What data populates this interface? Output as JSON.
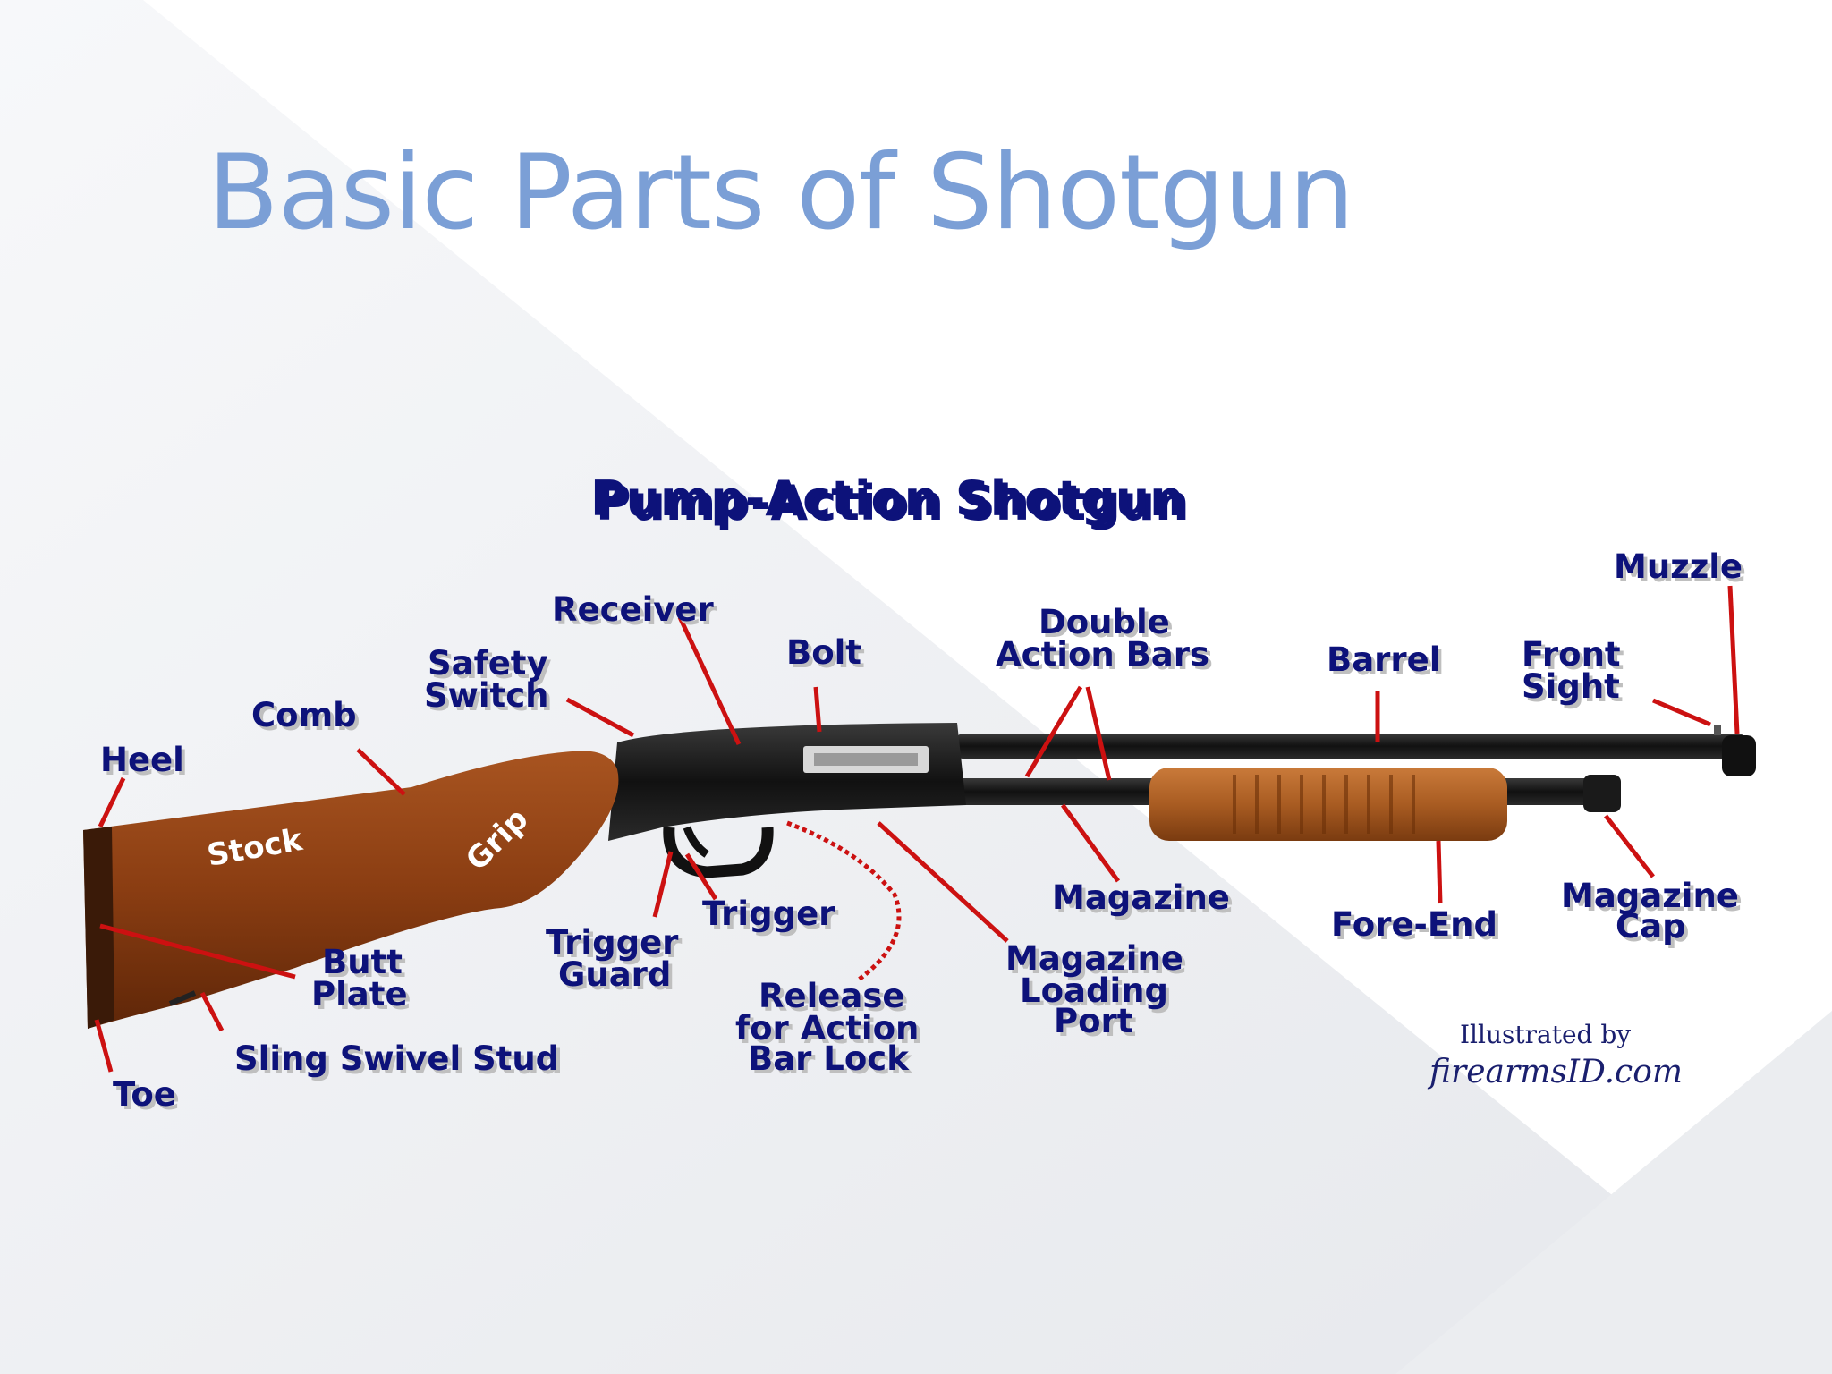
{
  "slide": {
    "title": "Basic Parts of Shotgun"
  },
  "diagram": {
    "heading": "Pump-Action  Shotgun",
    "stock_label": "Stock",
    "grip_label": "Grip",
    "labels": {
      "muzzle": "Muzzle",
      "receiver": "Receiver",
      "double_action_bars": [
        "Double",
        "Action Bars"
      ],
      "bolt": "Bolt",
      "barrel": "Barrel",
      "front_sight": [
        "Front",
        "Sight"
      ],
      "safety_switch": [
        "Safety",
        "Switch"
      ],
      "comb": "Comb",
      "heel": "Heel",
      "magazine": "Magazine",
      "magazine_cap": [
        "Magazine",
        "Cap"
      ],
      "fore_end": "Fore-End",
      "trigger": "Trigger",
      "trigger_guard": [
        "Trigger",
        "Guard"
      ],
      "butt_plate": [
        "Butt",
        "Plate"
      ],
      "magazine_loading_port": [
        "Magazine",
        "Loading",
        "Port"
      ],
      "release": [
        "Release",
        "for Action",
        "Bar Lock"
      ],
      "sling_swivel_stud": "Sling Swivel Stud",
      "toe": "Toe"
    },
    "credit": {
      "line1": "Illustrated by",
      "line2": "firearmsID.com"
    },
    "colors": {
      "label": "#0d127a",
      "leader": "#cc1111",
      "wood": "#8a3d12",
      "metal": "#141414",
      "title": "#7b9fd6"
    }
  }
}
